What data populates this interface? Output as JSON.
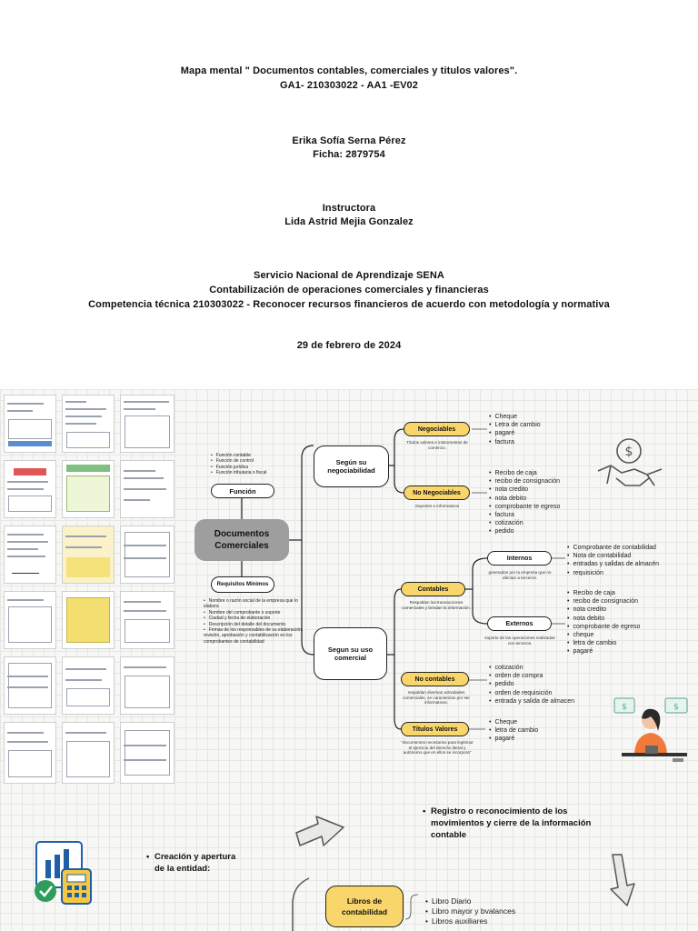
{
  "cover": {
    "title_line1": "Mapa mental \" Documentos contables, comerciales y titulos valores\".",
    "title_line2": "GA1- 210303022 - AA1 -EV02",
    "author": "Erika Sofía Serna Pérez",
    "ficha": "Ficha: 2879754",
    "instructor_label": "Instructora",
    "instructor_name": "Lida Astrid Mejia Gonzalez",
    "institution": "Servicio Nacional de Aprendizaje SENA",
    "program": "Contabilización de operaciones comerciales y financieras",
    "competence": "Competencia técnica 210303022 - Reconocer recursos financieros de acuerdo con metodología y normativa",
    "date": "29 de febrero de 2024"
  },
  "map": {
    "center": "Documentos Comerciales",
    "funcion": {
      "label": "Función",
      "items": [
        "Función contable",
        "Función de control",
        "Función jurídica",
        "Función tributaria o fiscal"
      ]
    },
    "requisitos": {
      "label": "Requisitos Mínimos",
      "items": [
        "Nombre o razón social de la empresa que lo elabora",
        "Nombre del comprobante o soporte",
        "Ciudad y fecha de elaboración",
        "Descripción del detalle del documento",
        "Firmas de los responsables de su elaboración, revisión, aprobación y contabilización en los comprobantes de contabilidad"
      ]
    },
    "negociabilidad": {
      "label": "Según su negociabilidad",
      "negociables": {
        "label": "Negociables",
        "note": "Títulos valores e instrumentos de comercio.",
        "items": [
          "Cheque",
          "Letra de cambio",
          "pagaré",
          "factura"
        ]
      },
      "no_negociables": {
        "label": "No Negociables",
        "note": "Soportes e informativos",
        "items": [
          "Recibo de caja",
          "recibo de consignación",
          "nota credito",
          "nota debito",
          "comprobante te egreso",
          "factura",
          "cotización",
          "pedido"
        ]
      }
    },
    "uso": {
      "label": "Segun su uso comercial",
      "contables": {
        "label": "Contables",
        "note": "Respaldan las transacciones comerciales y brindan la información.",
        "internos": {
          "label": "Internos",
          "note": "generados por la empresa que no afectan a terceros.",
          "items": [
            "Comprobante de contabilidad",
            "Nota de contabilidad",
            "entradas y salidas de almacén",
            "requisición"
          ]
        },
        "externos": {
          "label": "Externos",
          "note": "soporte de las operaciones realizadas con terceros.",
          "items": [
            "Recibo de caja",
            "recibo de consignación",
            "nota credito",
            "nota debito",
            "comprobante de egreso",
            "cheque",
            "letra de cambio",
            "pagaré"
          ]
        }
      },
      "no_contables": {
        "label": "No contables",
        "note": "respaldan diversas actividades comerciales, se caracterizan por ser informativos.",
        "items": [
          "cotización",
          "orden de compra",
          "pedido",
          "orden de requisición",
          "entrada y salida de almacen"
        ]
      },
      "titulos": {
        "label": "Títulos Valores",
        "note": "\"documentos necesarios para legitimar el ejercicio del derecho literal y autónomo que en ellos se incorpora\"",
        "items": [
          "Cheque",
          "letra de cambio",
          "pagaré"
        ]
      }
    }
  },
  "bottom": {
    "registro_title": "Registro o reconocimiento de los movimientos y cierre de la información contable",
    "creacion_title": "Creación y apertura de la entidad:",
    "libros_label": "Libros de contabilidad",
    "libros_items": [
      "Libro Diario",
      "Libro mayor y bvalances",
      "Libros auxiliares"
    ]
  },
  "colors": {
    "accent_yellow": "#f9d66b",
    "center_gray": "#9e9e9e",
    "icon_blue": "#1f5fa8",
    "icon_green": "#2e9d5c"
  }
}
